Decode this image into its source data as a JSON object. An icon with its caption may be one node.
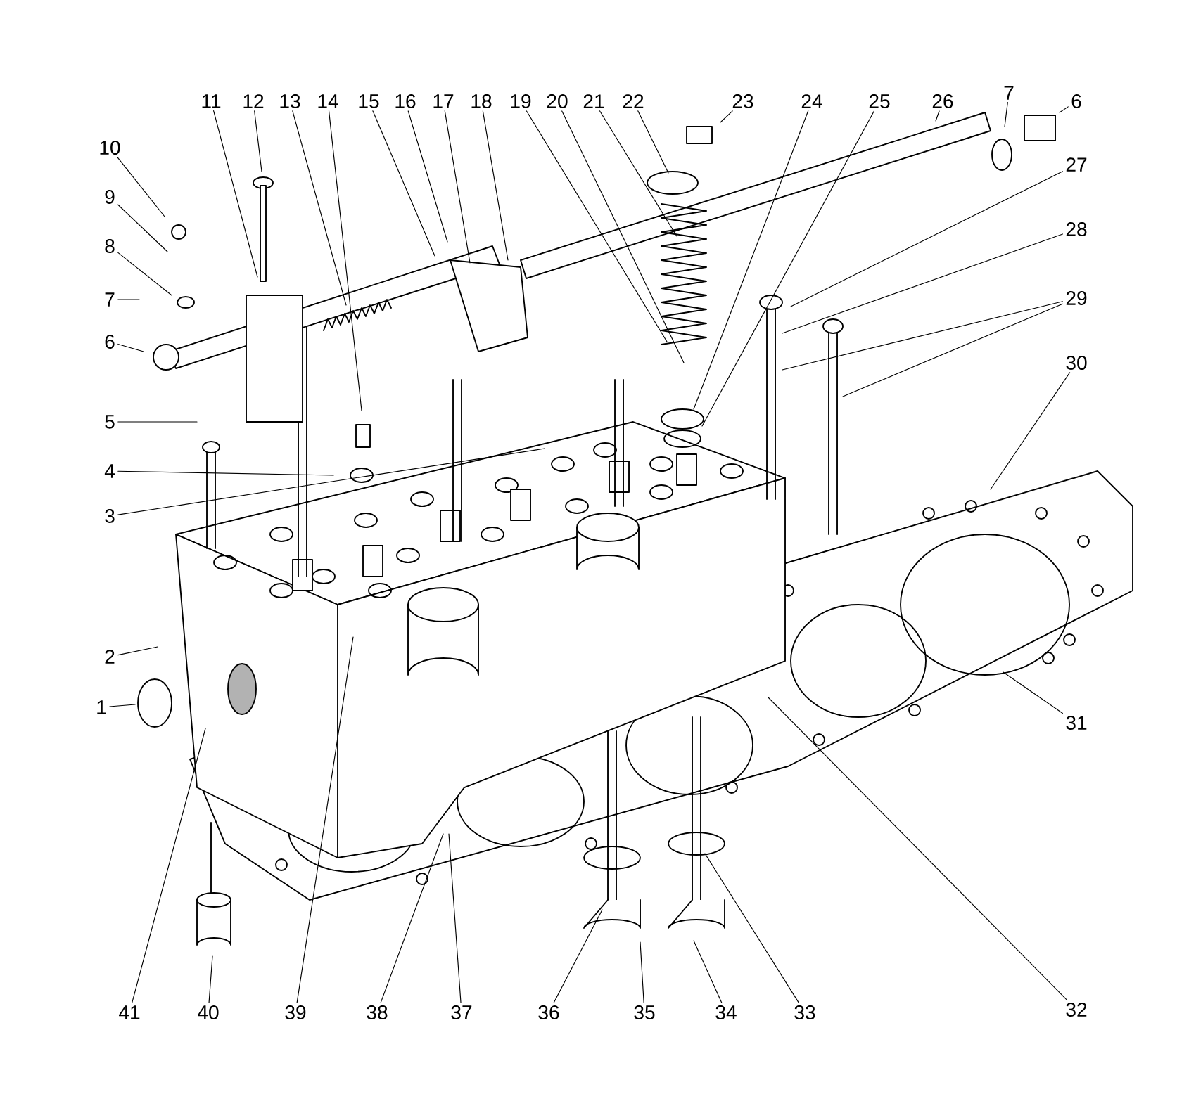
{
  "diagram": {
    "nodes": [
      {
        "text": [
          "11"
        ]
      },
      {
        "text": [
          "12"
        ]
      },
      {
        "text": [
          "13"
        ]
      },
      {
        "text": [
          "14"
        ]
      },
      {
        "text": [
          "15"
        ]
      },
      {
        "text": [
          "16"
        ]
      },
      {
        "text": [
          "17"
        ]
      },
      {
        "text": [
          "18"
        ]
      },
      {
        "text": [
          "19"
        ]
      },
      {
        "text": [
          "20"
        ]
      },
      {
        "text": [
          "21"
        ]
      },
      {
        "text": [
          "22"
        ]
      },
      {
        "text": [
          "23"
        ]
      },
      {
        "text": [
          "24"
        ]
      },
      {
        "text": [
          "25"
        ]
      },
      {
        "text": [
          "26"
        ]
      },
      {
        "text": [
          "7"
        ]
      },
      {
        "text": [
          "6"
        ]
      },
      {
        "text": [
          "10"
        ]
      },
      {
        "text": [
          "9"
        ]
      },
      {
        "text": [
          "8"
        ]
      },
      {
        "text": [
          "27"
        ]
      },
      {
        "text": [
          "28"
        ]
      },
      {
        "text": [
          "7"
        ]
      },
      {
        "text": [
          "29"
        ]
      },
      {
        "text": [
          "6"
        ]
      },
      {
        "text": [
          "30"
        ]
      },
      {
        "text": [
          "5"
        ]
      },
      {
        "text": [
          "4"
        ]
      },
      {
        "text": [
          "3"
        ]
      },
      {
        "text": [
          "2"
        ]
      },
      {
        "text": [
          "1"
        ]
      },
      {
        "text": [
          "31"
        ]
      },
      {
        "text": [
          "41"
        ]
      },
      {
        "text": [
          "40"
        ]
      },
      {
        "text": [
          "39"
        ]
      },
      {
        "text": [
          "38"
        ]
      },
      {
        "text": [
          "37"
        ]
      },
      {
        "text": [
          "36"
        ]
      },
      {
        "text": [
          "35"
        ]
      },
      {
        "text": [
          "34"
        ]
      },
      {
        "text": [
          "33"
        ]
      },
      {
        "text": [
          "32"
        ]
      }
    ],
    "edges": [
      {
        "from": 0,
        "to": null,
        "arrow": "none"
      },
      {
        "from": 1,
        "to": null,
        "arrow": "none"
      },
      {
        "from": 2,
        "to": null,
        "arrow": "none"
      },
      {
        "from": 3,
        "to": null,
        "arrow": "none"
      },
      {
        "from": 4,
        "to": null,
        "arrow": "none"
      },
      {
        "from": 5,
        "to": null,
        "arrow": "none"
      },
      {
        "from": 6,
        "to": null,
        "arrow": "none"
      },
      {
        "from": 7,
        "to": null,
        "arrow": "none"
      },
      {
        "from": 8,
        "to": null,
        "arrow": "none"
      },
      {
        "from": 9,
        "to": null,
        "arrow": "none"
      },
      {
        "from": 10,
        "to": null,
        "arrow": "none"
      },
      {
        "from": 11,
        "to": null,
        "arrow": "none"
      },
      {
        "from": 12,
        "to": null,
        "arrow": "none"
      },
      {
        "from": 13,
        "to": null,
        "arrow": "none"
      },
      {
        "from": 14,
        "to": null,
        "arrow": "none"
      },
      {
        "from": 15,
        "to": null,
        "arrow": "none"
      },
      {
        "from": 16,
        "to": null,
        "arrow": "none"
      },
      {
        "from": 17,
        "to": null,
        "arrow": "none"
      },
      {
        "from": 18,
        "to": null,
        "arrow": "none"
      },
      {
        "from": 19,
        "to": null,
        "arrow": "none"
      },
      {
        "from": 20,
        "to": null,
        "arrow": "none"
      },
      {
        "from": 21,
        "to": null,
        "arrow": "none"
      },
      {
        "from": 22,
        "to": null,
        "arrow": "none"
      },
      {
        "from": 23,
        "to": null,
        "arrow": "none"
      },
      {
        "from": 24,
        "to": null,
        "arrow": "none"
      },
      {
        "from": 24,
        "to": null,
        "arrow": "none"
      },
      {
        "from": 25,
        "to": null,
        "arrow": "none"
      },
      {
        "from": 26,
        "to": null,
        "arrow": "none"
      },
      {
        "from": 27,
        "to": null,
        "arrow": "none"
      },
      {
        "from": 28,
        "to": null,
        "arrow": "none"
      },
      {
        "from": 29,
        "to": null,
        "arrow": "none"
      },
      {
        "from": 30,
        "to": null,
        "arrow": "none"
      },
      {
        "from": 31,
        "to": null,
        "arrow": "none"
      },
      {
        "from": 32,
        "to": null,
        "arrow": "none"
      },
      {
        "from": 33,
        "to": null,
        "arrow": "none"
      },
      {
        "from": 34,
        "to": null,
        "arrow": "none"
      },
      {
        "from": 35,
        "to": null,
        "arrow": "none"
      },
      {
        "from": 36,
        "to": null,
        "arrow": "none"
      },
      {
        "from": 37,
        "to": null,
        "arrow": "none"
      },
      {
        "from": 38,
        "to": null,
        "arrow": "none"
      },
      {
        "from": 39,
        "to": null,
        "arrow": "none"
      },
      {
        "from": 40,
        "to": null,
        "arrow": "none"
      },
      {
        "from": 41,
        "to": null,
        "arrow": "none"
      },
      {
        "from": 42,
        "to": null,
        "arrow": "none"
      }
    ]
  }
}
